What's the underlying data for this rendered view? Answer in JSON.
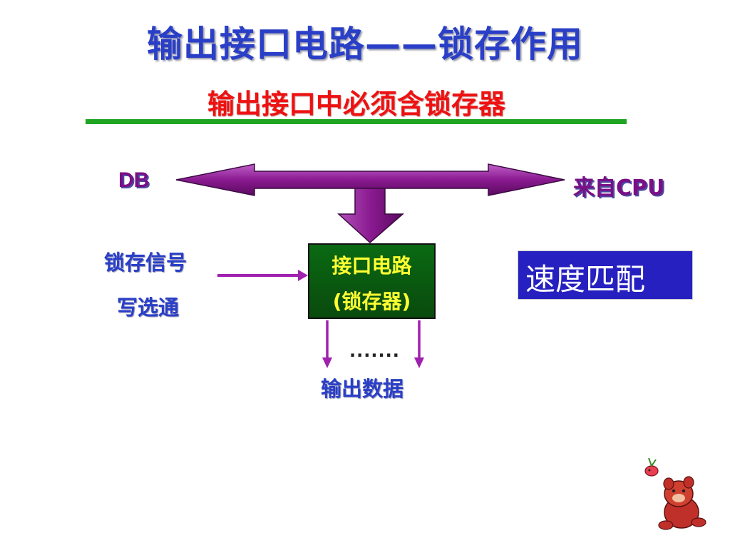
{
  "slide": {
    "title": "输出接口电路——锁存作用",
    "subtitle": "输出接口中必须含锁存器"
  },
  "diagram": {
    "bus_left_label": "DB",
    "bus_right_label": "来自CPU",
    "input_label_line1": "锁存信号",
    "input_label_line2": "写选通",
    "box_line1": "接口电路",
    "box_line2": "(锁存器)",
    "output_dots": ".......",
    "output_label": "输出数据"
  },
  "callout": {
    "text": "速度匹配"
  },
  "colors": {
    "title": "#2a3fc7",
    "subtitle": "#ee1111",
    "divider": "#1fa523",
    "bus_arrow": "#8a1a90",
    "box_fill": "#0a5a10",
    "box_text": "#ffff33",
    "callout_bg": "#2620c0"
  },
  "icons": {
    "mascot": "cartoon-bear-icon"
  }
}
